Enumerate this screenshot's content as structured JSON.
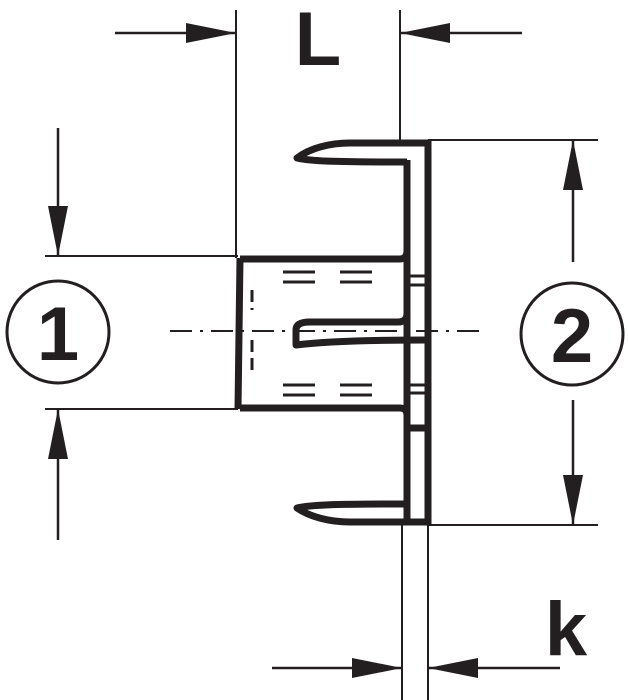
{
  "labels": {
    "dim_length": "L",
    "dim_thickness": "k",
    "callout_1": "1",
    "callout_2": "2"
  },
  "colors": {
    "line": "#231f20",
    "background": "#ffffff"
  }
}
